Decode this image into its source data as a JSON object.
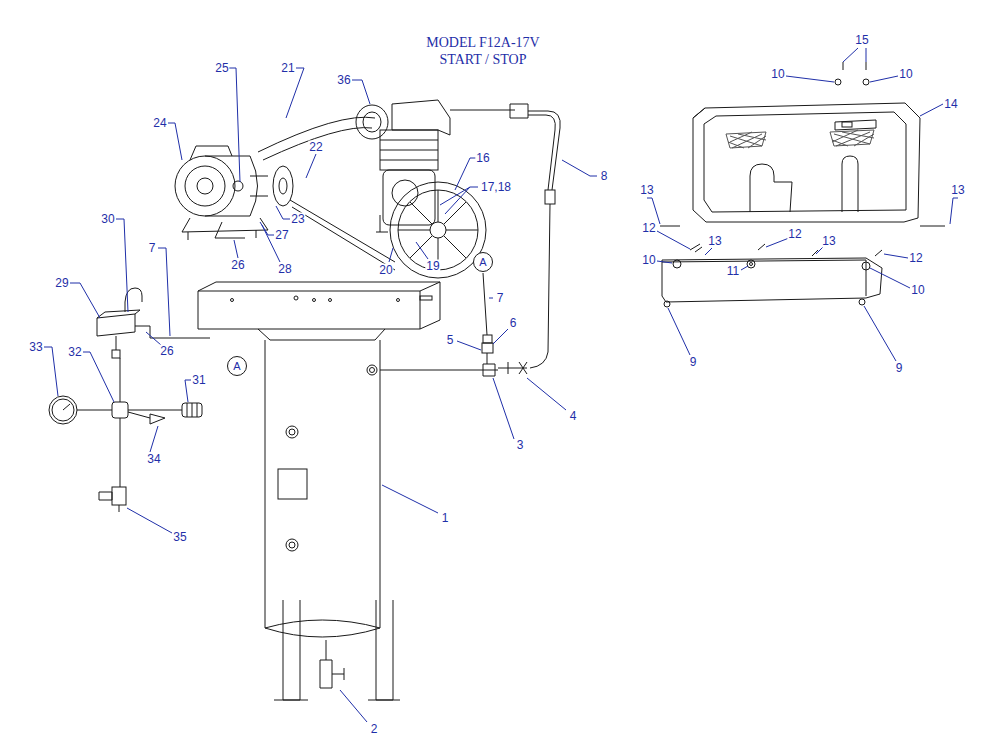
{
  "diagram": {
    "title": "MODEL F12A-17V START / STOP",
    "nodes": [
      {
        "text": [
          "A"
        ]
      },
      {
        "text": [
          "A"
        ]
      }
    ],
    "labels": [
      "25",
      "21",
      "36",
      "24",
      "22",
      "16",
      "17,18",
      "8",
      "23",
      "27",
      "20",
      "19",
      "26",
      "28",
      "30",
      "7",
      "29",
      "26",
      "31",
      "33",
      "32",
      "34",
      "35",
      "7",
      "5",
      "6",
      "4",
      "3",
      "1",
      "2",
      "15",
      "10",
      "10",
      "14",
      "13",
      "13",
      "12",
      "13",
      "11",
      "12",
      "13",
      "12",
      "10",
      "10",
      "9",
      "9"
    ]
  }
}
